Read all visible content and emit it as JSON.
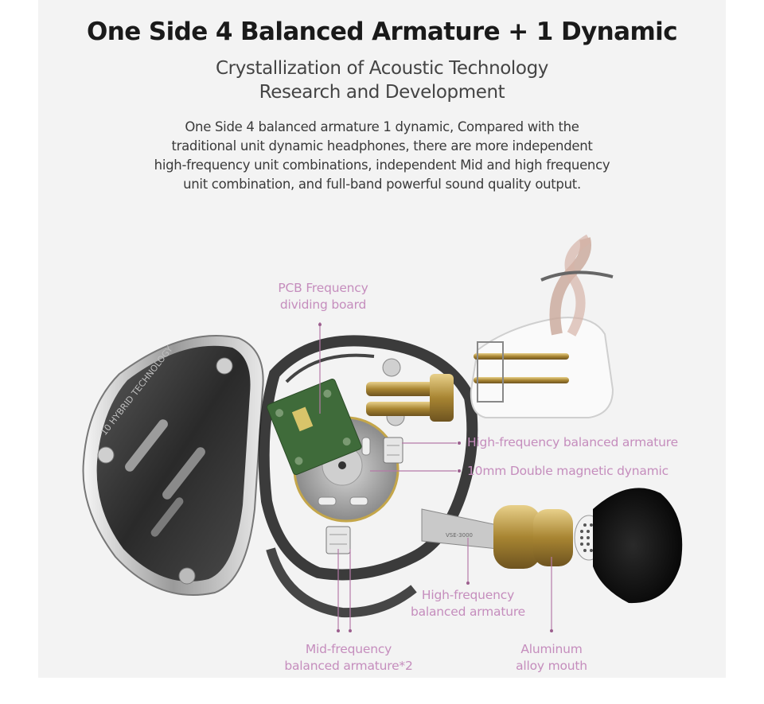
{
  "header": {
    "title": "One Side 4 Balanced Armature + 1 Dynamic",
    "subtitle_line1": "Crystallization of Acoustic Technology",
    "subtitle_line2": "Research and Development"
  },
  "description": {
    "lines": [
      "One Side 4 balanced armature 1 dynamic, Compared with the",
      "traditional unit dynamic headphones, there are more independent",
      "high-frequency unit combinations, independent Mid and high frequency",
      "unit combination, and full-band powerful sound quality output."
    ]
  },
  "product": {
    "faceplate_text": "10 HYBRID TECHNOLOGY"
  },
  "callouts": {
    "pcb": {
      "line1": "PCB Frequency",
      "line2": "dividing board"
    },
    "hf_ba_right": "High-frequency balanced armature",
    "dynamic": "10mm Double magnetic dynamic",
    "hf_ba_bottom": {
      "line1": "High-frequency",
      "line2": "balanced armature"
    },
    "mid_ba": {
      "line1": "Mid-frequency",
      "line2": "balanced armature*2"
    },
    "nozzle": {
      "line1": "Aluminum",
      "line2": "alloy mouth"
    }
  },
  "colors": {
    "background": "#f3f3f3",
    "title": "#1a1a1a",
    "callout_text": "#c58dbd",
    "leader_line": "#b57aa8"
  }
}
